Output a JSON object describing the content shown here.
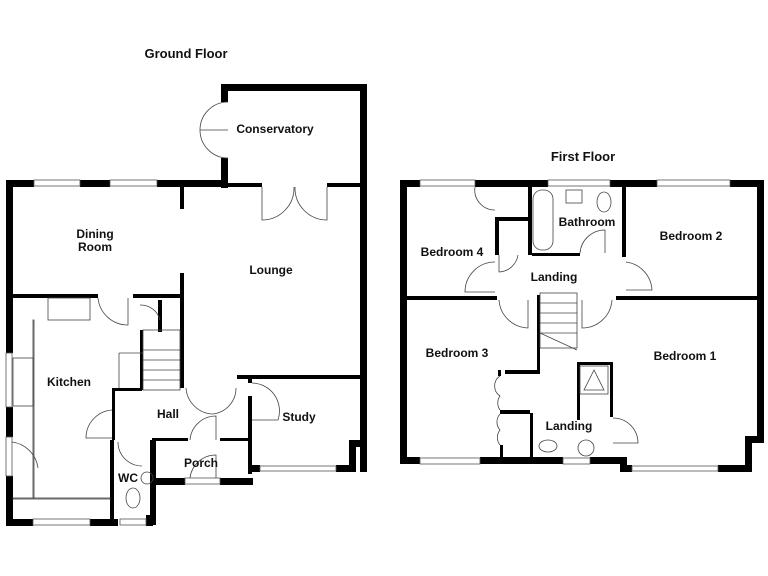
{
  "ground_floor": {
    "title": "Ground Floor",
    "rooms": {
      "conservatory": "Conservatory",
      "dining_line1": "Dining",
      "dining_line2": "Room",
      "lounge": "Lounge",
      "kitchen": "Kitchen",
      "hall": "Hall",
      "study": "Study",
      "porch": "Porch",
      "wc": "WC"
    }
  },
  "first_floor": {
    "title": "First Floor",
    "rooms": {
      "bathroom": "Bathroom",
      "bedroom4": "Bedroom 4",
      "bedroom2": "Bedroom 2",
      "landing": "Landing",
      "bedroom3": "Bedroom 3",
      "bedroom1": "Bedroom 1",
      "landing_lower": "Landing"
    }
  }
}
